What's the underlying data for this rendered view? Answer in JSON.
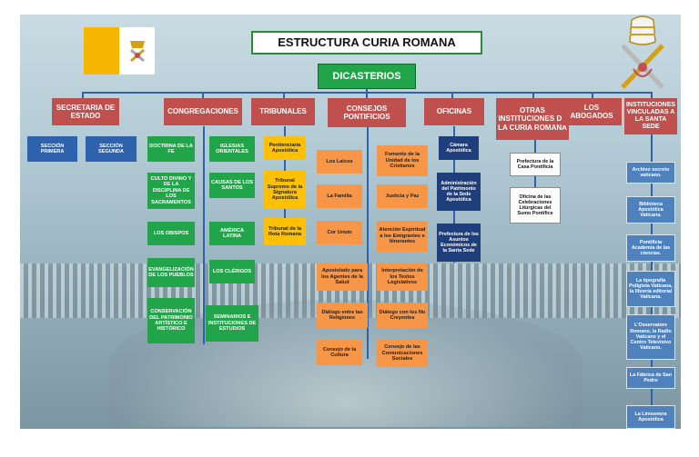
{
  "title": "ESTRUCTURA CURIA ROMANA",
  "dicasterios": "DICASTERIOS",
  "headers": {
    "secretaria": "SECRETARIA DE ESTADO",
    "congregaciones": "CONGREGACIONES",
    "tribunales": "TRIBUNALES",
    "consejos": "CONSEJOS PONTIFICIOS",
    "oficinas": "OFICINAS",
    "otras": "OTRAS INSTITUCIONES DE LA CURIA ROMANA",
    "abogados": "LOS ABOGADOS",
    "vinculadas": "INSTITUCIONES VINCULADAS A LA SANTA SEDE"
  },
  "secretaria": [
    "SECCIÓN PRIMERA",
    "SECCIÓN SEGUNDA"
  ],
  "congregaciones_left": [
    "DOCTRINA DE LA FE",
    "CULTO DIVINO Y DE LA DISCIPLINA DE LOS SACRAMENTOS",
    "LOS OBISPOS",
    "EVANGELIZACIÓN DE LOS PUEBLOS",
    "CONSERVACIÓN DEL PATRIMONIO ARTÍSTICO E HISTÓRICO"
  ],
  "congregaciones_right": [
    "IGLESIAS ORIENTALES",
    "CAUSAS DE LOS SANTOS",
    "AMÉRICA LATINA",
    "LOS CLÉRIGOS",
    "SEMINARIOS E INSTITUCIONES DE ESTUDIOS"
  ],
  "tribunales": [
    "Penitenciaría Apostólica",
    "Tribunal Supremo de la Signatura Apostólica",
    "Tribunal de la Rota Romana"
  ],
  "consejos_left": [
    "Los Laicos",
    "La Familia",
    "Cor Unum",
    "Apostolado para los Agentes de la Salud",
    "Diálogo entre las Religiones",
    "Consejo de la Cultura"
  ],
  "consejos_right": [
    "Fomento de la Unidad de los Cristianos",
    "Justicia y Paz",
    "Atención Espiritual a los Emigrantes e Itinerantes",
    "Interpretación de los Textos Legislativos",
    "Diálogo con los No Creyentes",
    "Consejo de las Comunicaciones Sociales"
  ],
  "oficinas": [
    "Cámara Apostólica",
    "Administración del Patrimonio de la Sede Apostólica",
    "Prefectura de los Asuntos Económicos de la Santa Sede"
  ],
  "otras": [
    "Prefectura de la Casa Pontificia",
    "Oficina de las Celebraciones Litúrgicas del Sumo Pontífice"
  ],
  "vinculadas": [
    "Archivo secreto vaticano.",
    "Biblioteca Apostólica Vaticana.",
    "Pontificia Academia de las ciencias.",
    "La tipografía Políglota Vaticana, la librería editorial Vaticana.",
    "L'Osservatore Romano, la Radio Vaticano y el Centro Televisivo Vaticano.",
    "La Fábrica de San Pedro",
    "La Limosnera Apostólica"
  ],
  "colors": {
    "header_red": "#c0504d",
    "congregation_green": "#22a54a",
    "section_blue": "#2e62ad",
    "council_orange": "#f79646",
    "tribunal_yellow": "#ffc000",
    "office_navy": "#1f3e7c",
    "flag_yellow": "#f7b500"
  },
  "icons": {
    "flag": "vatican-flag-icon",
    "emblem": "papal-keys-emblem-icon"
  }
}
